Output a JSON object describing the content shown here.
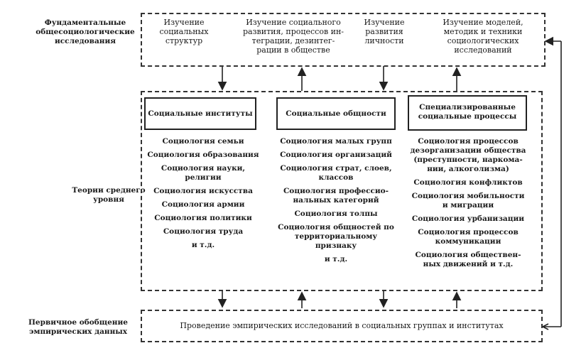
{
  "levels": {
    "fundamental": "Фундаментальные\nобщесоциологические\nисследования",
    "middle": "Теории среднего\nуровня",
    "primary": "Первичное обобщение\nэмпирических данных"
  },
  "top_items": [
    "Изучение\nсоциальных\nструктур",
    "Изучение социального\nразвития, процессов ин-\nтеграции, дезинтег-\nрации в обществе",
    "Изучение\nразвития\nличности",
    "Изучение моделей,\nметодик и техники\nсоциологических\nисследований"
  ],
  "columns": [
    {
      "header": "Социальные институты",
      "items": [
        "Социология семьи",
        "Социология образования",
        "Социология науки,\nрелигии",
        "Социология искусства",
        "Социология армии",
        "Социология политики",
        "Социология труда",
        "и т.д."
      ]
    },
    {
      "header": "Социальные общности",
      "items": [
        "Социология малых групп",
        "Социология организаций",
        "Социология страт, слоев,\nклассов",
        "Социология профессио-\nнальных категорий",
        "Социология толпы",
        "Социология общностей по\nтерриториальному\nпризнаку",
        "и т.д."
      ]
    },
    {
      "header": "Специализированные\nсоциальные процессы",
      "items": [
        "Социология процессов\nдезорганизации общества\n(преступности, наркома-\nнии, алкоголизма)",
        "Социология конфликтов",
        "Социология мобильности\nи миграции",
        "Социология урбанизации",
        "Социология процессов\nкоммуникации",
        "Социология обществен-\nных движений и т.д."
      ]
    }
  ],
  "bottom": "Проведение эмпирических исследований в социальных группах и институтах"
}
